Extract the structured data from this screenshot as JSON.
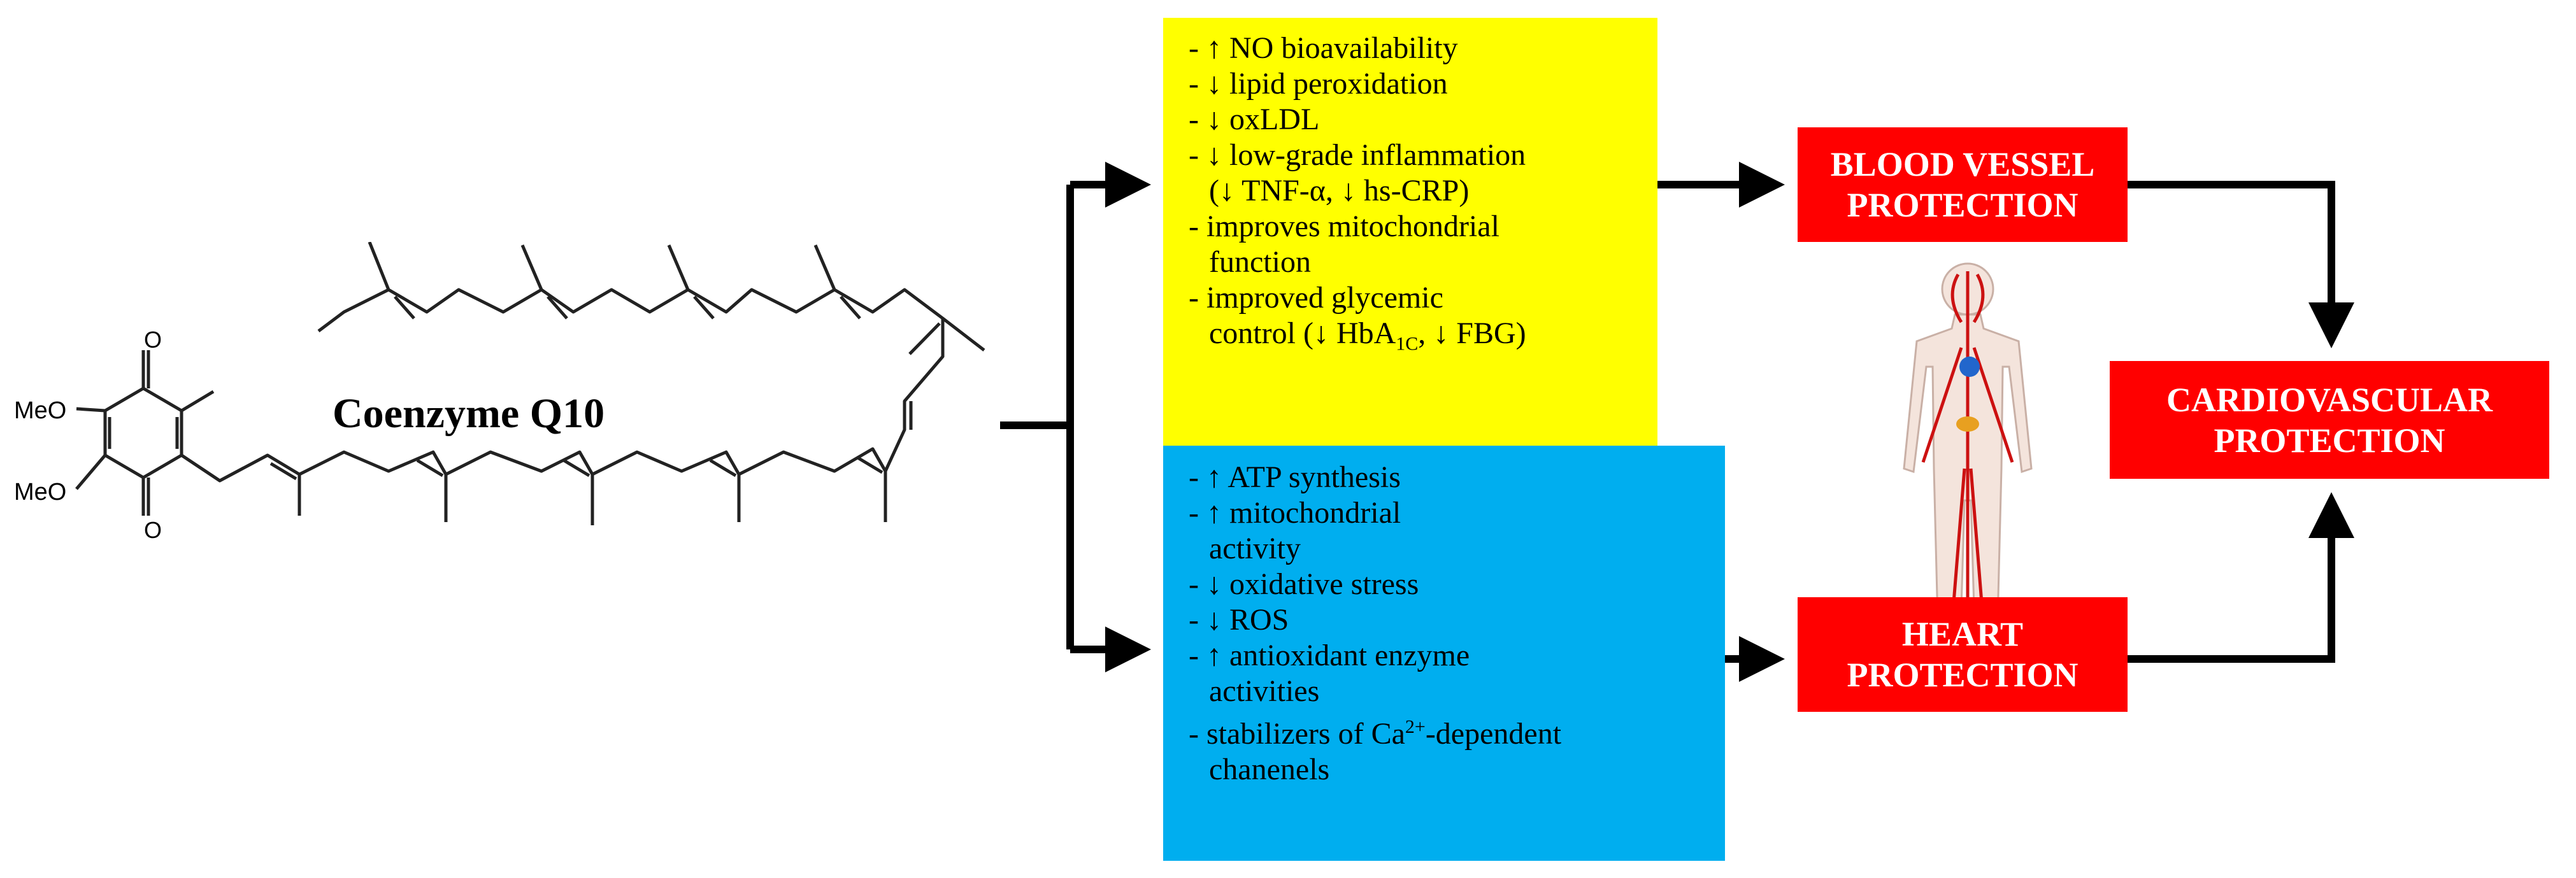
{
  "molecule": {
    "name": "Coenzyme Q10",
    "substituent_1": "MeO",
    "substituent_2": "MeO",
    "oxygen_top": "O",
    "oxygen_bottom": "O"
  },
  "vascular_effects": {
    "color": "#ffff00",
    "items": [
      {
        "line": "- ↑ NO bioavailability"
      },
      {
        "line": "- ↓ lipid peroxidation"
      },
      {
        "line": "- ↓ oxLDL"
      },
      {
        "line": "- ↓ low-grade inflammation",
        "cont": "(↓ TNF-α, ↓ hs-CRP)"
      },
      {
        "line": "- improves mitochondrial",
        "cont": "function"
      },
      {
        "line": "- improved glycemic",
        "cont": "control (↓ HbA",
        "sub": "1C",
        "tail": ", ↓ FBG)"
      }
    ]
  },
  "cardiac_effects": {
    "color": "#00aeef",
    "items": [
      {
        "line": "- ↑ ATP synthesis"
      },
      {
        "line": "- ↑ mitochondrial",
        "cont": "activity"
      },
      {
        "line": "- ↓ oxidative stress"
      },
      {
        "line": "- ↓ ROS"
      },
      {
        "line": "- ↑ antioxidant enzyme",
        "cont": "activities"
      },
      {
        "line": "- stabilizers of Ca",
        "sup": "2+",
        "tail": "-dependent",
        "cont": "chanenels"
      }
    ]
  },
  "outcomes": {
    "color": "#ff0000",
    "blood_vessel": [
      "BLOOD VESSEL",
      "PROTECTION"
    ],
    "heart": [
      "HEART",
      "PROTECTION"
    ],
    "cardiovascular": [
      "CARDIOVASCULAR",
      "PROTECTION"
    ]
  },
  "figure_icon": "human-circulatory-system-icon"
}
